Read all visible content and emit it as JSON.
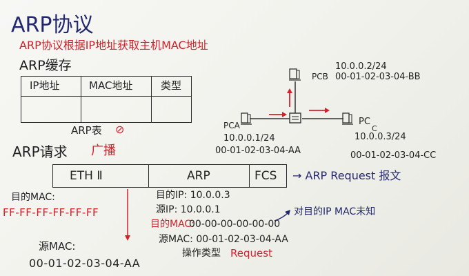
{
  "title": "ARP协议",
  "subtitle": "ARP协议根据IP地址获取主机MAC地址",
  "cache": {
    "heading": "ARP缓存",
    "columns": [
      "IP地址",
      "MAC地址",
      "类型"
    ],
    "caption": "ARP表",
    "caption_mark": "⊘"
  },
  "request": {
    "heading": "ARP请求",
    "broadcast": "广播",
    "frame": {
      "eth": "ETH Ⅱ",
      "arp": "ARP",
      "fcs": "FCS"
    },
    "frame_note": "→ ARP Request 报文",
    "dest_mac_label": "目的MAC:",
    "dest_mac_value": "FF-FF-FF-FF-FF-FF",
    "src_mac_label": "源MAC:",
    "src_mac_value": "00-01-02-03-04-AA",
    "arp_fields": {
      "dest_ip": "目的IP: 10.0.0.3",
      "src_ip": "源IP: 10.0.0.1",
      "dest_mac_label": "目的MAC:",
      "dest_mac_value": "00-00-00-00-00-00",
      "src_mac": "源MAC: 00-01-02-03-04-AA",
      "op_label": "操作类型",
      "op_value": "Request"
    },
    "unknown_note": "对目的IP MAC未知"
  },
  "network": {
    "pcb": {
      "name": "PCB",
      "ip": "10.0.0.2/24",
      "mac": "00-01-02-03-04-BB"
    },
    "pca": {
      "name": "PCA",
      "ip": "10.0.0.1/24",
      "mac": "00-01-02-03-04-AA"
    },
    "pcc": {
      "name": "PC",
      "sub": "C",
      "ip": "10.0.0.3/24",
      "mac": "00-01-02-03-04-CC"
    }
  }
}
